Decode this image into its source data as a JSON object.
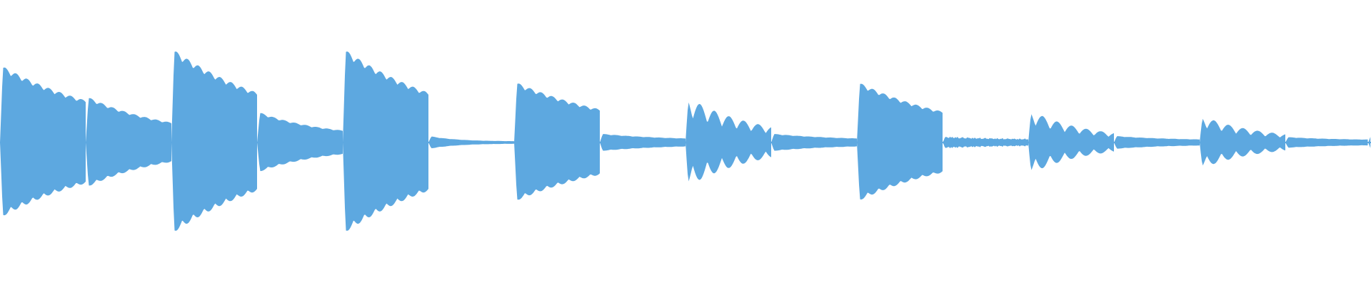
{
  "waveform": {
    "color": "#5DA8E0",
    "background": "#FFFFFF",
    "baseline_normalized": 0.5,
    "hits": [
      {
        "onset": 0.0,
        "peak": 0.7,
        "decay": 0.09,
        "sustain": 0.06,
        "kind": "smooth"
      },
      {
        "onset": 0.0625,
        "peak": 0.42,
        "decay": 0.06,
        "sustain": 0.05,
        "kind": "smooth"
      },
      {
        "onset": 0.125,
        "peak": 0.85,
        "decay": 0.09,
        "sustain": 0.05,
        "kind": "smooth"
      },
      {
        "onset": 0.1875,
        "peak": 0.28,
        "decay": 0.05,
        "sustain": 0.04,
        "kind": "smooth"
      },
      {
        "onset": 0.25,
        "peak": 0.85,
        "decay": 0.09,
        "sustain": 0.05,
        "kind": "smooth"
      },
      {
        "onset": 0.3125,
        "peak": 0.06,
        "decay": 0.02,
        "sustain": 0.01,
        "kind": "smooth"
      },
      {
        "onset": 0.375,
        "peak": 0.55,
        "decay": 0.09,
        "sustain": 0.05,
        "kind": "smooth"
      },
      {
        "onset": 0.4375,
        "peak": 0.08,
        "decay": 0.05,
        "sustain": 0.02,
        "kind": "smooth"
      },
      {
        "onset": 0.5,
        "peak": 0.42,
        "decay": 0.05,
        "sustain": 0.03,
        "kind": "ripple"
      },
      {
        "onset": 0.5625,
        "peak": 0.08,
        "decay": 0.05,
        "sustain": 0.02,
        "kind": "smooth"
      },
      {
        "onset": 0.625,
        "peak": 0.55,
        "decay": 0.08,
        "sustain": 0.05,
        "kind": "smooth"
      },
      {
        "onset": 0.6875,
        "peak": 0.06,
        "decay": 0.04,
        "sustain": 0.03,
        "kind": "noise"
      },
      {
        "onset": 0.75,
        "peak": 0.3,
        "decay": 0.04,
        "sustain": 0.03,
        "kind": "ripple"
      },
      {
        "onset": 0.8125,
        "peak": 0.06,
        "decay": 0.04,
        "sustain": 0.02,
        "kind": "smooth"
      },
      {
        "onset": 0.875,
        "peak": 0.25,
        "decay": 0.04,
        "sustain": 0.03,
        "kind": "ripple"
      },
      {
        "onset": 0.9375,
        "peak": 0.05,
        "decay": 0.04,
        "sustain": 0.02,
        "kind": "smooth"
      },
      {
        "onset": 0.998,
        "peak": 0.08,
        "decay": 0.01,
        "sustain": 0.01,
        "kind": "smooth"
      }
    ]
  }
}
